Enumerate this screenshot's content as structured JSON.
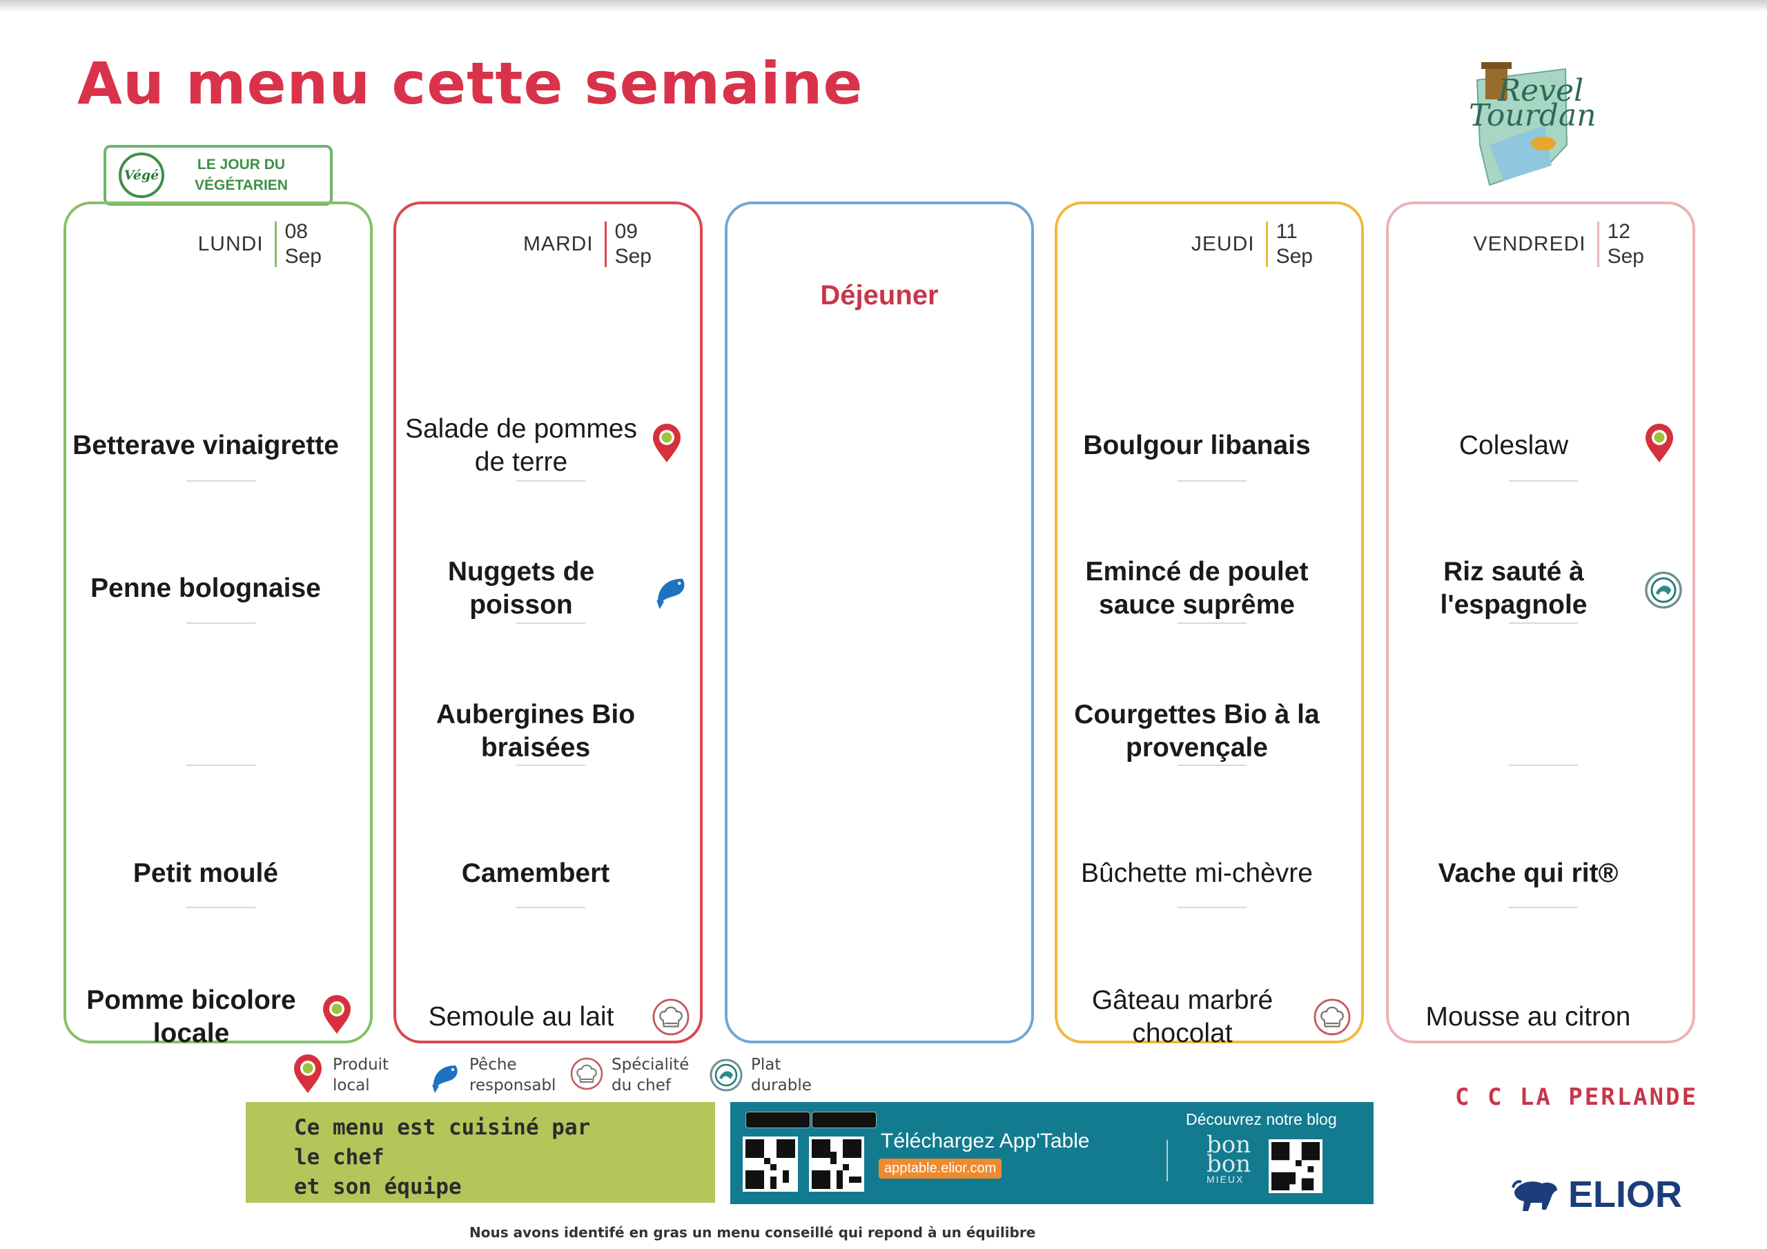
{
  "header": {
    "title": "Au menu cette semaine",
    "veg_badge_logo": "Végé",
    "veg_badge_line1": "LE JOUR DU",
    "veg_badge_line2": "VÉGÉTARIEN",
    "town_logo_line1": "Revel",
    "town_logo_line2": "Tourdan"
  },
  "days": [
    {
      "day": "LUNDI",
      "date_num": "08",
      "date_month": "Sep",
      "color": "#86bf69",
      "dishes": [
        {
          "name": "Betterave vinaigrette",
          "bold": true,
          "icon": ""
        },
        {
          "name": "Penne bolognaise",
          "bold": true,
          "icon": ""
        },
        {
          "name": "",
          "bold": false,
          "icon": ""
        },
        {
          "name": "Petit moulé",
          "bold": true,
          "icon": ""
        },
        {
          "name": "Pomme bicolore locale",
          "bold": true,
          "icon": "local-product-icon"
        }
      ]
    },
    {
      "day": "MARDI",
      "date_num": "09",
      "date_month": "Sep",
      "color": "#d8474f",
      "dishes": [
        {
          "name": "Salade de pommes de terre",
          "bold": false,
          "icon": "local-product-icon"
        },
        {
          "name": "Nuggets de poisson",
          "bold": true,
          "icon": "fish-icon"
        },
        {
          "name": "Aubergines Bio braisées",
          "bold": true,
          "icon": ""
        },
        {
          "name": "Camembert",
          "bold": true,
          "icon": ""
        },
        {
          "name": "Semoule au lait",
          "bold": false,
          "icon": "chef-hat-icon"
        }
      ]
    },
    {
      "day": "",
      "date_num": "",
      "date_month": "",
      "color": "#6fa6d6",
      "label": "Déjeuner",
      "dishes": []
    },
    {
      "day": "JEUDI",
      "date_num": "11",
      "date_month": "Sep",
      "color": "#f0b93a",
      "dishes": [
        {
          "name": "Boulgour libanais",
          "bold": true,
          "icon": ""
        },
        {
          "name": "Emincé de poulet sauce suprême",
          "bold": true,
          "icon": ""
        },
        {
          "name": "Courgettes Bio à la provençale",
          "bold": true,
          "icon": ""
        },
        {
          "name": "Bûchette mi-chèvre",
          "bold": false,
          "icon": ""
        },
        {
          "name": "Gâteau marbré chocolat",
          "bold": false,
          "icon": "chef-hat-icon"
        }
      ]
    },
    {
      "day": "VENDREDI",
      "date_num": "12",
      "date_month": "Sep",
      "color": "#eab2b5",
      "dishes": [
        {
          "name": "Coleslaw",
          "bold": false,
          "icon": "local-product-icon"
        },
        {
          "name": "Riz sauté à l'espagnole",
          "bold": true,
          "icon": "sustainable-dish-icon"
        },
        {
          "name": "",
          "bold": false,
          "icon": ""
        },
        {
          "name": "Vache qui rit®",
          "bold": true,
          "icon": ""
        },
        {
          "name": "Mousse au citron",
          "bold": false,
          "icon": ""
        }
      ]
    }
  ],
  "legend": [
    {
      "line1": "Produit",
      "line2": "local",
      "icon": "local-product-icon"
    },
    {
      "line1": "Pêche",
      "line2": "responsabl",
      "icon": "fish-icon"
    },
    {
      "line1": "Spécialité",
      "line2": "du chef",
      "icon": "chef-hat-icon"
    },
    {
      "line1": "Plat",
      "line2": "durable",
      "icon": "sustainable-dish-icon"
    }
  ],
  "chef_box": {
    "line1": "Ce menu est cuisiné par",
    "line2": "le chef",
    "line3": "et son équipe"
  },
  "app_banner": {
    "title": "Téléchargez App'Table",
    "url": "apptable.elior.com",
    "blog": "Découvrez notre blog",
    "blog_logo_1": "bon",
    "blog_logo_2": "bon",
    "blog_logo_3": "MIEUX"
  },
  "school": "C C  LA PERLANDE",
  "brand": "ELIOR",
  "footnote": "Nous avons identifé en gras un menu conseillé qui repond à un équilibre",
  "colors": {
    "title": "#d8334a",
    "accent_red": "#c8364a",
    "chef_box": "#b3c65a",
    "app_banner": "#127b8f",
    "brand": "#1b3d7a"
  }
}
